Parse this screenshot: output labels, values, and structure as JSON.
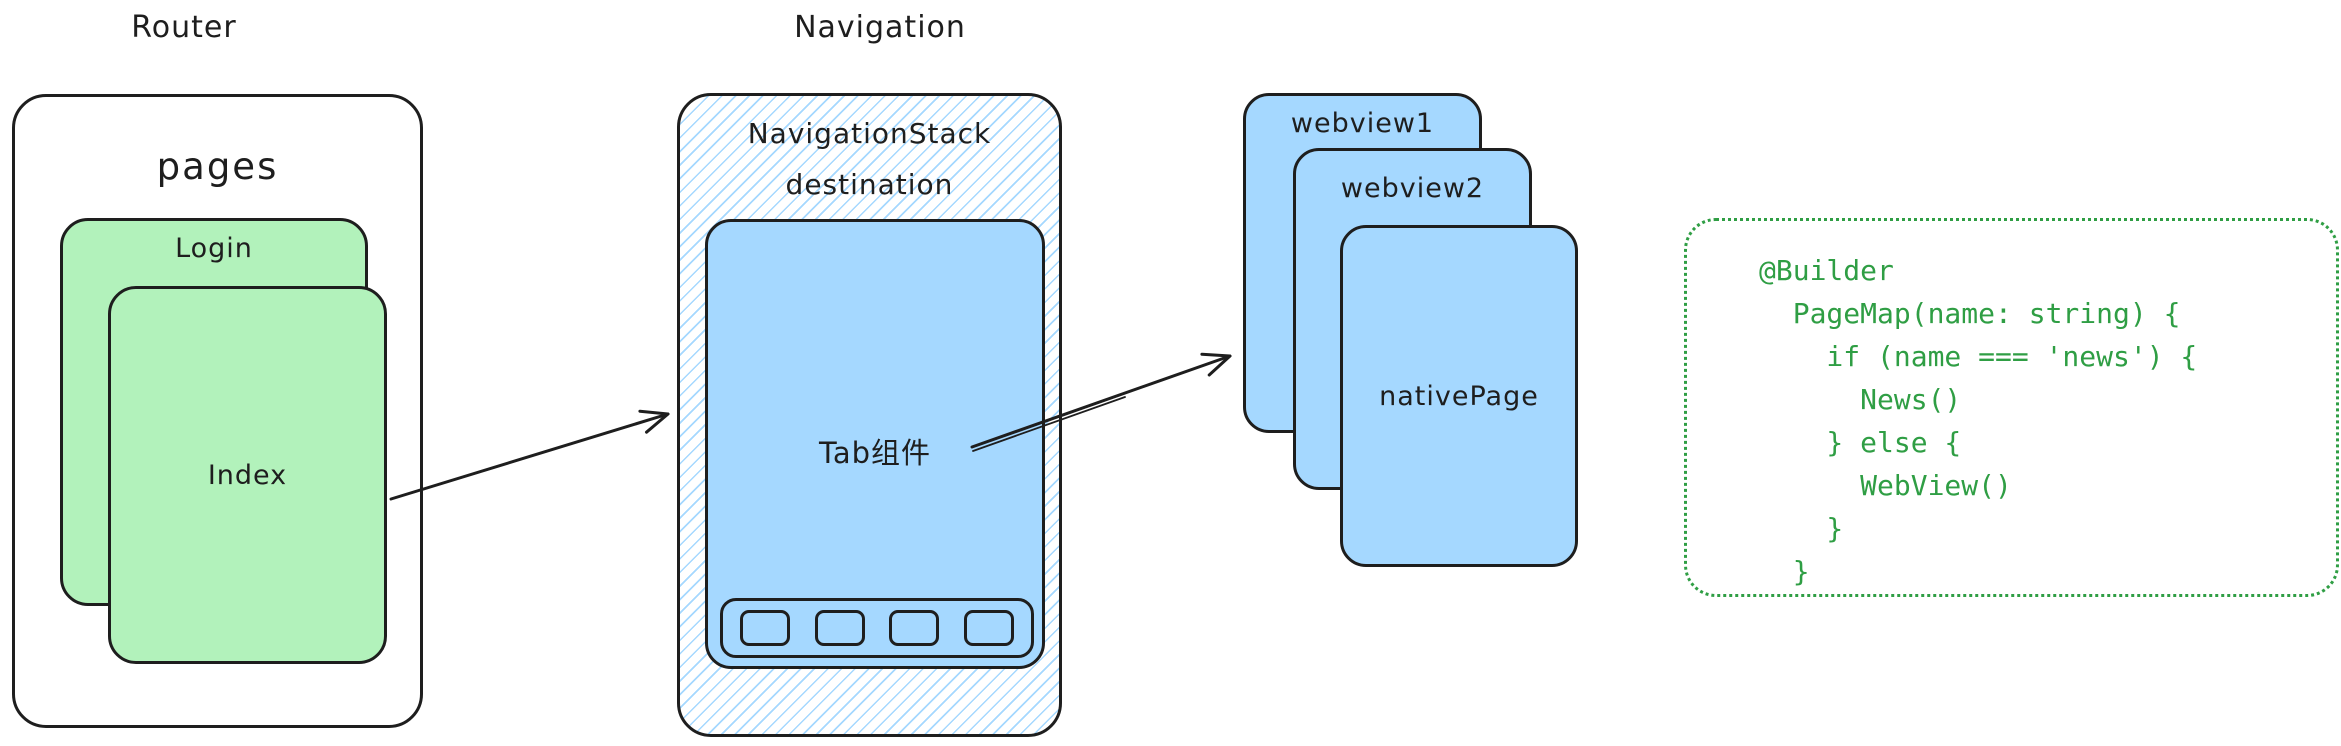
{
  "colors": {
    "stroke": "#1e1e1e",
    "card_green": "#b2f2bb",
    "card_blue": "#a5d8ff",
    "hatch_blue": "#a5d8ff",
    "code_green": "#2f9e44",
    "background": "#ffffff"
  },
  "router": {
    "section_label": "Router",
    "group_title": "pages",
    "cards": [
      {
        "label": "Login"
      },
      {
        "label": "Index"
      }
    ]
  },
  "navigation": {
    "section_label": "Navigation",
    "container_title_line1": "NavigationStack",
    "container_title_line2": "destination",
    "screen_label": "Tab组件",
    "tabbar": {
      "tab_count": 4
    }
  },
  "page_stack": {
    "cards": [
      {
        "label": "webview1"
      },
      {
        "label": "webview2"
      },
      {
        "label": "nativePage"
      }
    ]
  },
  "code_block": {
    "lines": [
      "@Builder",
      "  PageMap(name: string) {",
      "    if (name === 'news') {",
      "      News()",
      "    } else {",
      "      WebView()",
      "    }",
      "  }"
    ]
  }
}
